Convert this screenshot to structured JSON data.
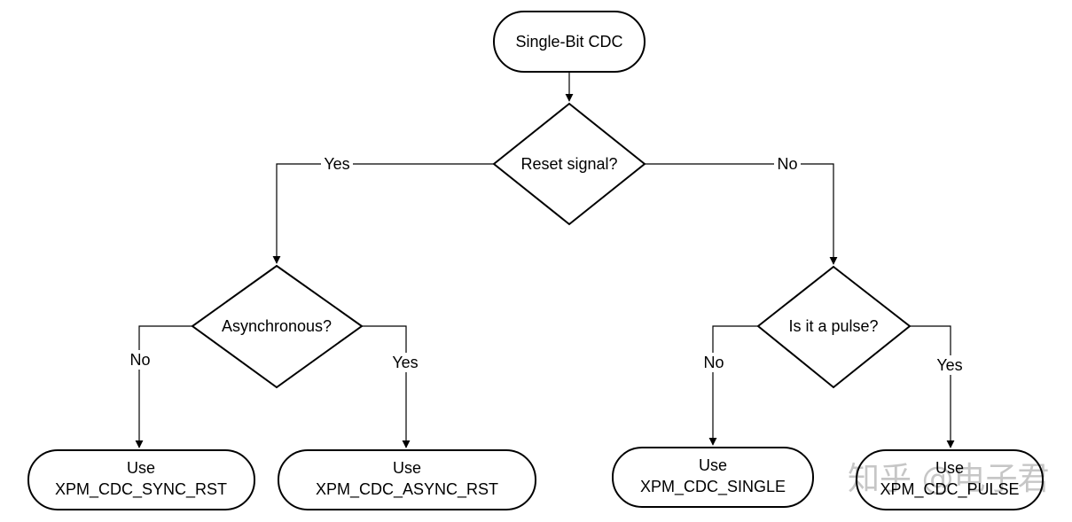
{
  "diagram": {
    "start": {
      "label": "Single-Bit CDC"
    },
    "decision_reset": {
      "label": "Reset signal?"
    },
    "decision_async": {
      "label": "Asynchronous?"
    },
    "decision_pulse": {
      "label": "Is it a pulse?"
    },
    "out_sync_rst": {
      "line1": "Use",
      "line2": "XPM_CDC_SYNC_RST"
    },
    "out_async_rst": {
      "line1": "Use",
      "line2": "XPM_CDC_ASYNC_RST"
    },
    "out_single": {
      "line1": "Use",
      "line2": "XPM_CDC_SINGLE"
    },
    "out_pulse": {
      "line1": "Use",
      "line2": "XPM_CDC_PULSE"
    },
    "edges": {
      "reset_yes": "Yes",
      "reset_no": "No",
      "async_no": "No",
      "async_yes": "Yes",
      "pulse_no": "No",
      "pulse_yes": "Yes"
    }
  },
  "watermark": {
    "text": "知乎 @电子君"
  }
}
